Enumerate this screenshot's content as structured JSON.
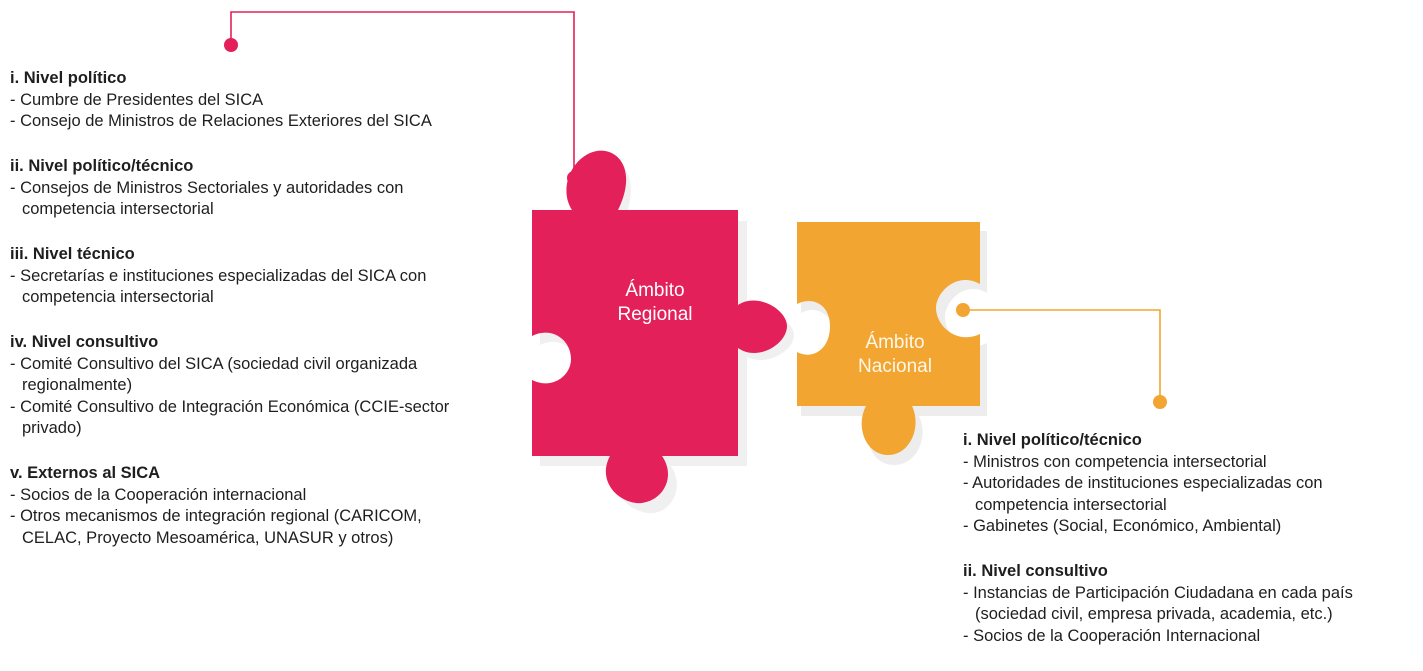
{
  "colors": {
    "regional": "#e4205a",
    "nacional": "#f2a530",
    "text": "#1e1e1e"
  },
  "regional": {
    "label_line1": "Ámbito",
    "label_line2": "Regional",
    "sections": [
      {
        "title": "i. Nivel político",
        "items": [
          "- Cumbre de Presidentes del SICA",
          "- Consejo de Ministros de Relaciones Exteriores del SICA"
        ]
      },
      {
        "title": "ii. Nivel político/técnico",
        "items": [
          "- Consejos de Ministros Sectoriales y autoridades con competencia intersectorial"
        ]
      },
      {
        "title": "iii. Nivel técnico",
        "items": [
          "- Secretarías e instituciones especializadas del SICA con competencia intersectorial"
        ]
      },
      {
        "title": "iv. Nivel consultivo",
        "items": [
          "- Comité Consultivo del SICA (sociedad civil organizada regionalmente)",
          "- Comité Consultivo de Integración Económica (CCIE-sector privado)"
        ]
      },
      {
        "title": "v. Externos al SICA",
        "items": [
          "- Socios de la Cooperación internacional",
          "- Otros mecanismos de integración regional (CARICOM, CELAC, Proyecto Mesoamérica, UNASUR y otros)"
        ]
      }
    ]
  },
  "nacional": {
    "label_line1": "Ámbito",
    "label_line2": "Nacional",
    "sections": [
      {
        "title": "i. Nivel político/técnico",
        "items": [
          "- Ministros con competencia intersectorial",
          "- Autoridades de instituciones especializadas con competencia intersectorial",
          "- Gabinetes (Social, Económico, Ambiental)"
        ]
      },
      {
        "title": "ii. Nivel consultivo",
        "items": [
          "- Instancias de Participación Ciudadana en cada país (sociedad civil, empresa privada, academia, etc.)",
          "- Socios de la Cooperación Internacional"
        ]
      }
    ]
  }
}
